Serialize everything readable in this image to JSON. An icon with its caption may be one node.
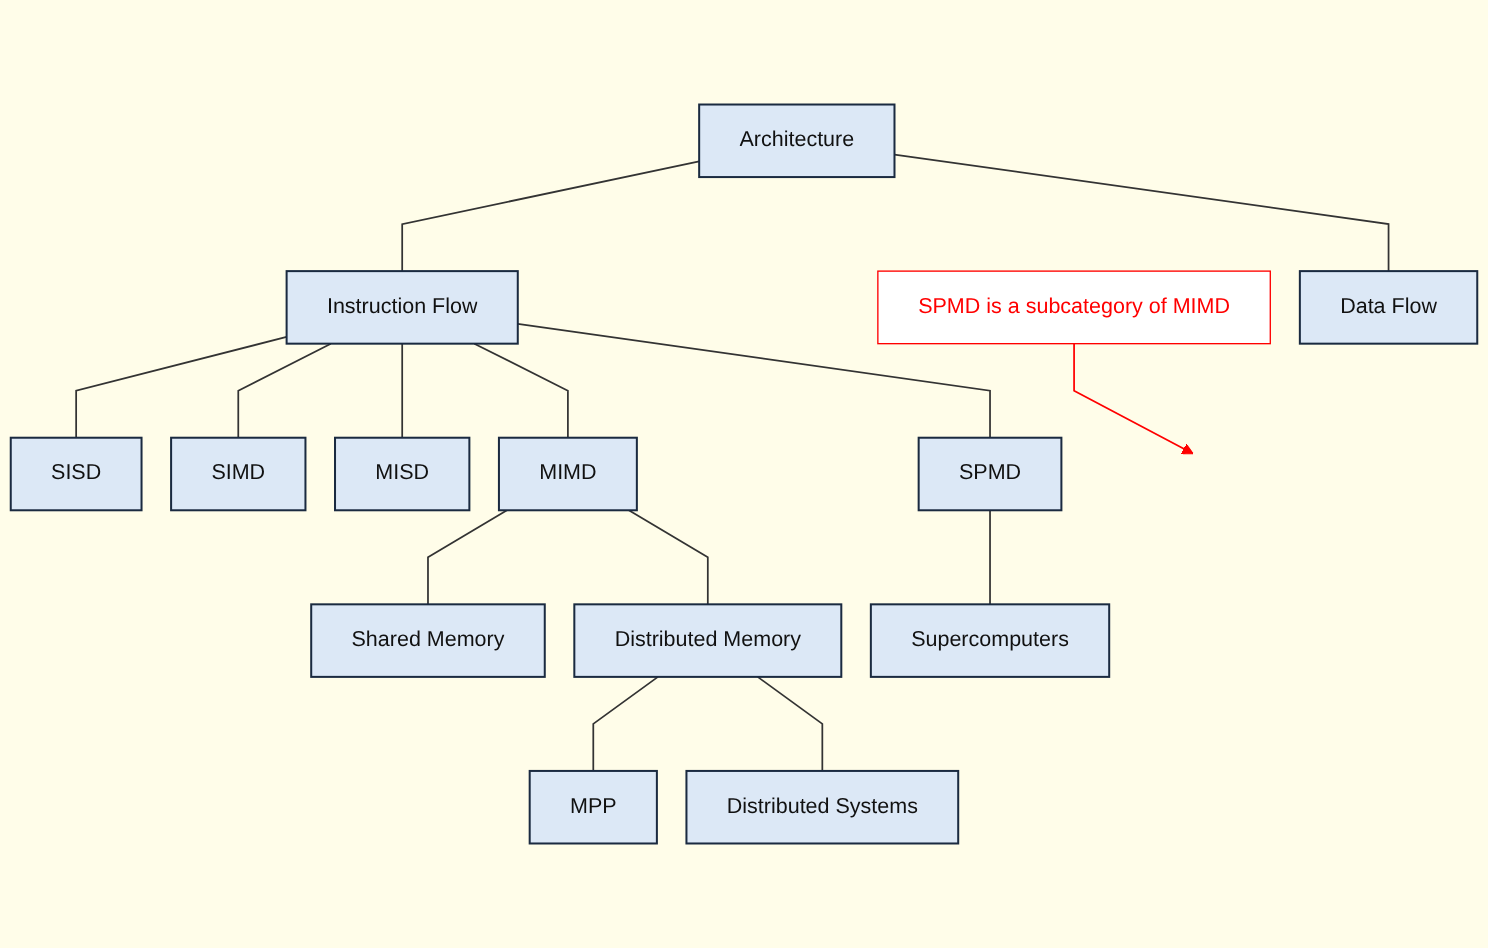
{
  "diagram": {
    "nodes": [
      {
        "text": [
          "Architecture"
        ]
      },
      {
        "text": [
          "Instruction Flow"
        ]
      },
      {
        "text": [
          "Data Flow"
        ]
      },
      {
        "text": [
          "SISD"
        ]
      },
      {
        "text": [
          "SIMD"
        ]
      },
      {
        "text": [
          "MISD"
        ]
      },
      {
        "text": [
          "MIMD"
        ]
      },
      {
        "text": [
          "SPMD"
        ]
      },
      {
        "text": [
          "Shared Memory"
        ]
      },
      {
        "text": [
          "Distributed Memory"
        ]
      },
      {
        "text": [
          "Supercomputers"
        ]
      },
      {
        "text": [
          "MPP"
        ]
      },
      {
        "text": [
          "Distributed Systems"
        ]
      },
      {
        "text": [
          "SPMD is a subcategory of MIMD"
        ]
      }
    ],
    "edges": [
      {
        "from": 0,
        "to": 1,
        "arrow": "none"
      },
      {
        "from": 0,
        "to": 2,
        "arrow": "none"
      },
      {
        "from": 1,
        "to": 3,
        "arrow": "none"
      },
      {
        "from": 1,
        "to": 4,
        "arrow": "none"
      },
      {
        "from": 1,
        "to": 5,
        "arrow": "none"
      },
      {
        "from": 1,
        "to": 6,
        "arrow": "none"
      },
      {
        "from": 1,
        "to": 7,
        "arrow": "none"
      },
      {
        "from": 6,
        "to": 8,
        "arrow": "none"
      },
      {
        "from": 6,
        "to": 9,
        "arrow": "none"
      },
      {
        "from": 7,
        "to": 10,
        "arrow": "none"
      },
      {
        "from": 9,
        "to": 11,
        "arrow": "none"
      },
      {
        "from": 9,
        "to": 12,
        "arrow": "none"
      },
      {
        "from": 13,
        "to": null,
        "arrow": "to",
        "color": "#ff0000"
      }
    ]
  }
}
